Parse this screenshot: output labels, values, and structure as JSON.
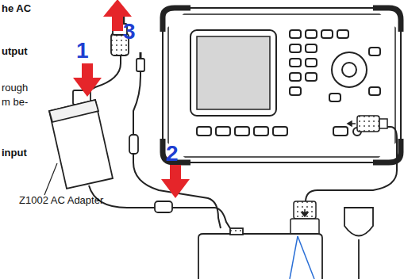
{
  "diagram": {
    "labels": [
      "he AC",
      "utput",
      "rough",
      "m be-",
      "input",
      "1",
      "2",
      "3",
      "Z1002  AC Adapter"
    ]
  }
}
